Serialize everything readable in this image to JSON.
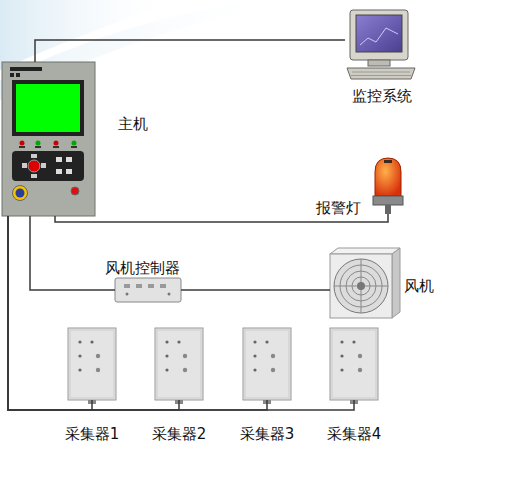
{
  "diagram": {
    "nodes": [
      {
        "text": [
          "监控系统"
        ]
      },
      {
        "text": [
          "主机"
        ]
      },
      {
        "text": [
          "报警灯"
        ]
      },
      {
        "text": [
          "风机控制器"
        ]
      },
      {
        "text": [
          "风机"
        ]
      },
      {
        "text": [
          "采集器1"
        ]
      },
      {
        "text": [
          "采集器2"
        ]
      },
      {
        "text": [
          "采集器3"
        ]
      },
      {
        "text": [
          "采集器4"
        ]
      }
    ],
    "edges": [
      {
        "from": 1,
        "to": 0,
        "arrow": "none"
      },
      {
        "from": 1,
        "to": 2,
        "arrow": "none"
      },
      {
        "from": 1,
        "to": 3,
        "arrow": "none"
      },
      {
        "from": 3,
        "to": 4,
        "arrow": "none"
      },
      {
        "from": 1,
        "to": 5,
        "arrow": "none"
      },
      {
        "from": 1,
        "to": 6,
        "arrow": "none"
      },
      {
        "from": 1,
        "to": 7,
        "arrow": "none"
      },
      {
        "from": 1,
        "to": 8,
        "arrow": "none"
      }
    ]
  }
}
